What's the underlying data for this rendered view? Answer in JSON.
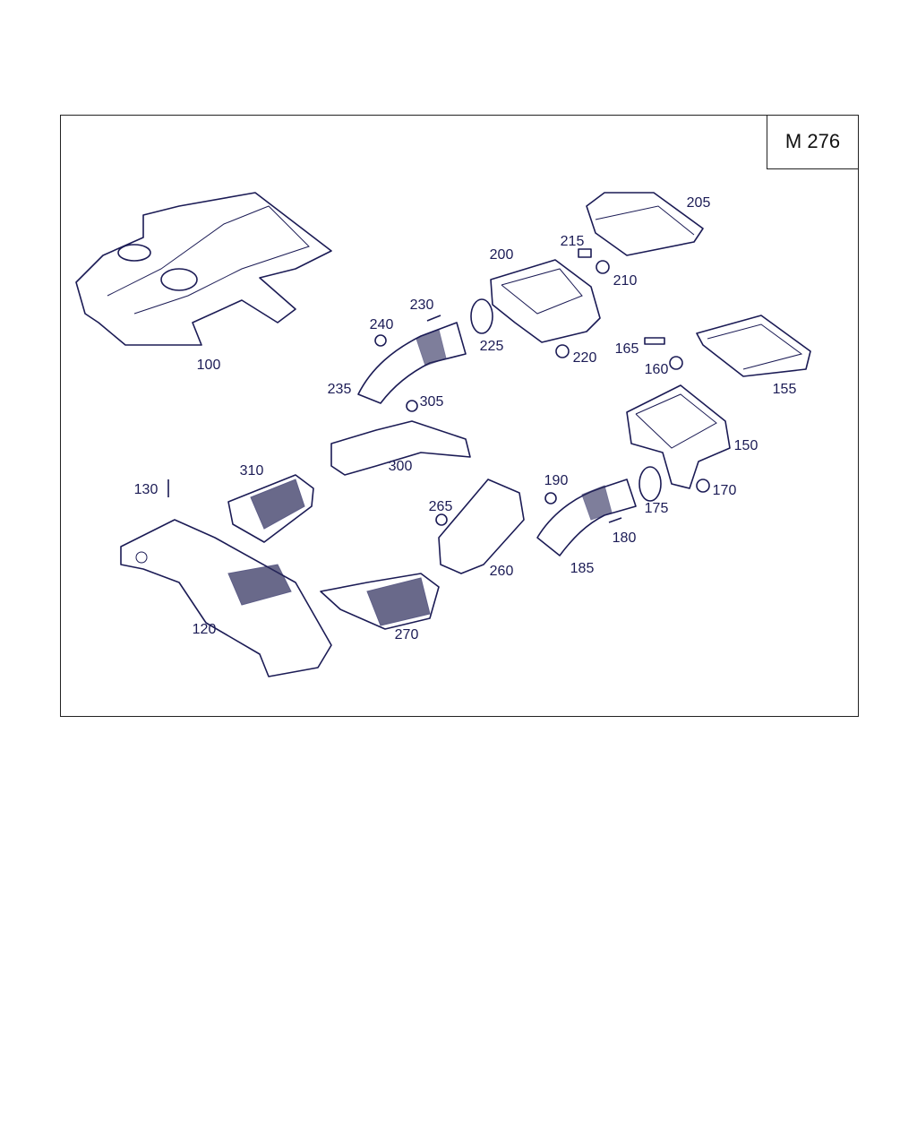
{
  "diagram_code": "M 276",
  "part_labels": {
    "p100": "100",
    "p120": "120",
    "p130": "130",
    "p150": "150",
    "p155": "155",
    "p160": "160",
    "p165": "165",
    "p170": "170",
    "p175": "175",
    "p180": "180",
    "p185": "185",
    "p190": "190",
    "p200": "200",
    "p205": "205",
    "p210": "210",
    "p215": "215",
    "p220": "220",
    "p225": "225",
    "p230": "230",
    "p235": "235",
    "p240": "240",
    "p260": "260",
    "p265": "265",
    "p270": "270",
    "p300": "300",
    "p305": "305",
    "p310": "310"
  },
  "colors": {
    "line": "#1b1b55",
    "frame": "#222222"
  }
}
